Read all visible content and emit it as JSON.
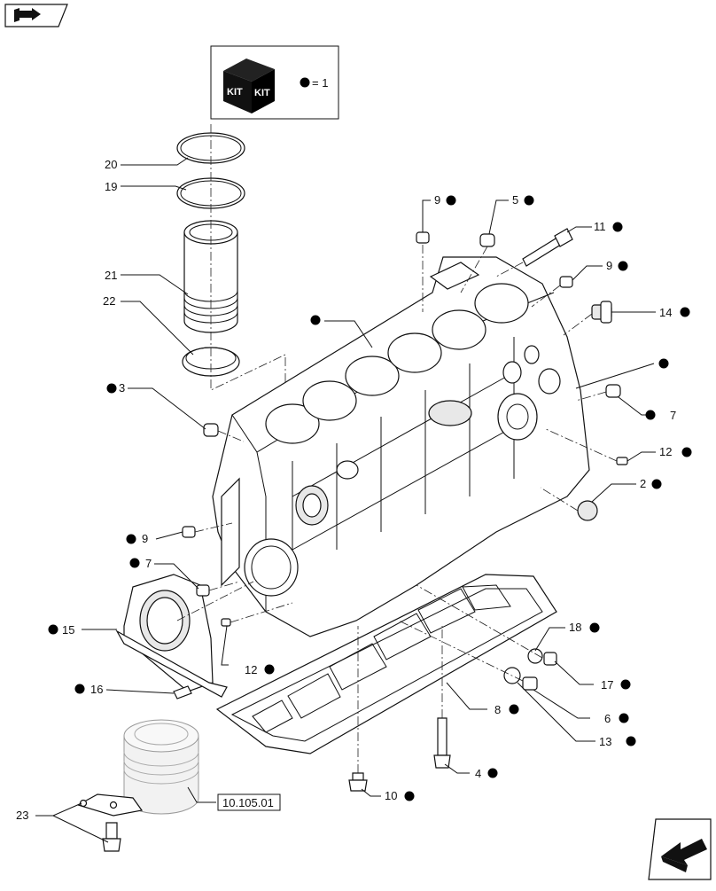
{
  "kit": {
    "text_left": "KIT",
    "text_right": "KIT",
    "legend": "= 1"
  },
  "reference": {
    "label": "10.105.01"
  },
  "labels": {
    "p20": "20",
    "p19": "19",
    "p21": "21",
    "p22": "22",
    "p9a": "9",
    "p5": "5",
    "p11": "11",
    "p9b": "9",
    "p14": "14",
    "p3": "3",
    "p7a": "7",
    "p12a": "12",
    "p2": "2",
    "p9c": "9",
    "p7b": "7",
    "p15": "15",
    "p12b": "12",
    "p16": "16",
    "p18": "18",
    "p17": "17",
    "p8": "8",
    "p6": "6",
    "p13": "13",
    "p4": "4",
    "p10": "10",
    "p23": "23"
  },
  "icons": {
    "top_left": "book-arrow-icon",
    "bottom_right": "next-page-arrow-icon",
    "marker": "kit-dot-marker"
  },
  "colors": {
    "ink": "#111111",
    "marker": "#000000"
  }
}
